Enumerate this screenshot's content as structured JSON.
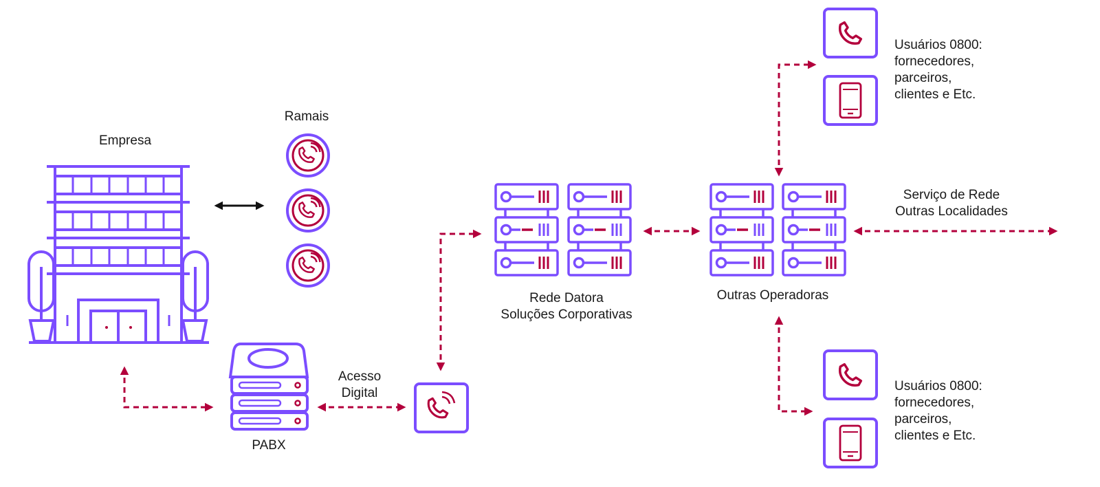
{
  "colors": {
    "purple": "#7b4dff",
    "crimson": "#b3003c",
    "black": "#111111"
  },
  "labels": {
    "empresa": "Empresa",
    "ramais": "Ramais",
    "pabx": "PABX",
    "acesso": [
      "Acesso",
      "Digital"
    ],
    "rede_datora": [
      "Rede Datora",
      "Soluções Corporativas"
    ],
    "outras_operadoras": "Outras Operadoras",
    "servico_rede": [
      "Serviço de Rede",
      "Outras Localidades"
    ],
    "usuarios_top": [
      "Usuários 0800:",
      "fornecedores,",
      "parceiros,",
      "clientes e Etc."
    ],
    "usuarios_bottom": [
      "Usuários 0800:",
      "fornecedores,",
      "parceiros,",
      "clientes e Etc."
    ]
  },
  "icons": [
    "building-icon",
    "ramal-phone-icon",
    "pabx-icon",
    "digital-phone-icon",
    "server-rack-icon",
    "phone-icon",
    "mobile-icon"
  ]
}
